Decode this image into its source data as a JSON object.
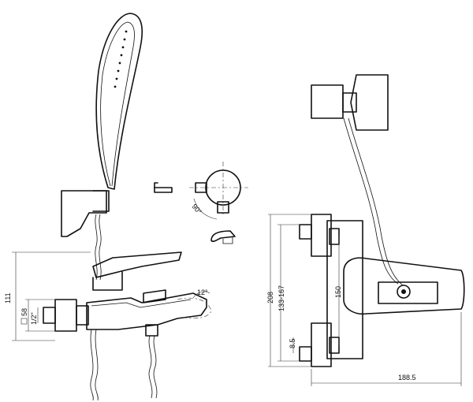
{
  "dimensions": {
    "height_111": "111",
    "size_58": "58",
    "size_172": "1/2\"",
    "angle_12": "12°",
    "angle_90": "90°",
    "height_208": "208",
    "range_133_167": "133-167",
    "offset_150": "150",
    "offset_8_5": "8.5",
    "width_188_5": "188.5"
  },
  "colors": {
    "line": "#111111",
    "background": "#ffffff"
  }
}
